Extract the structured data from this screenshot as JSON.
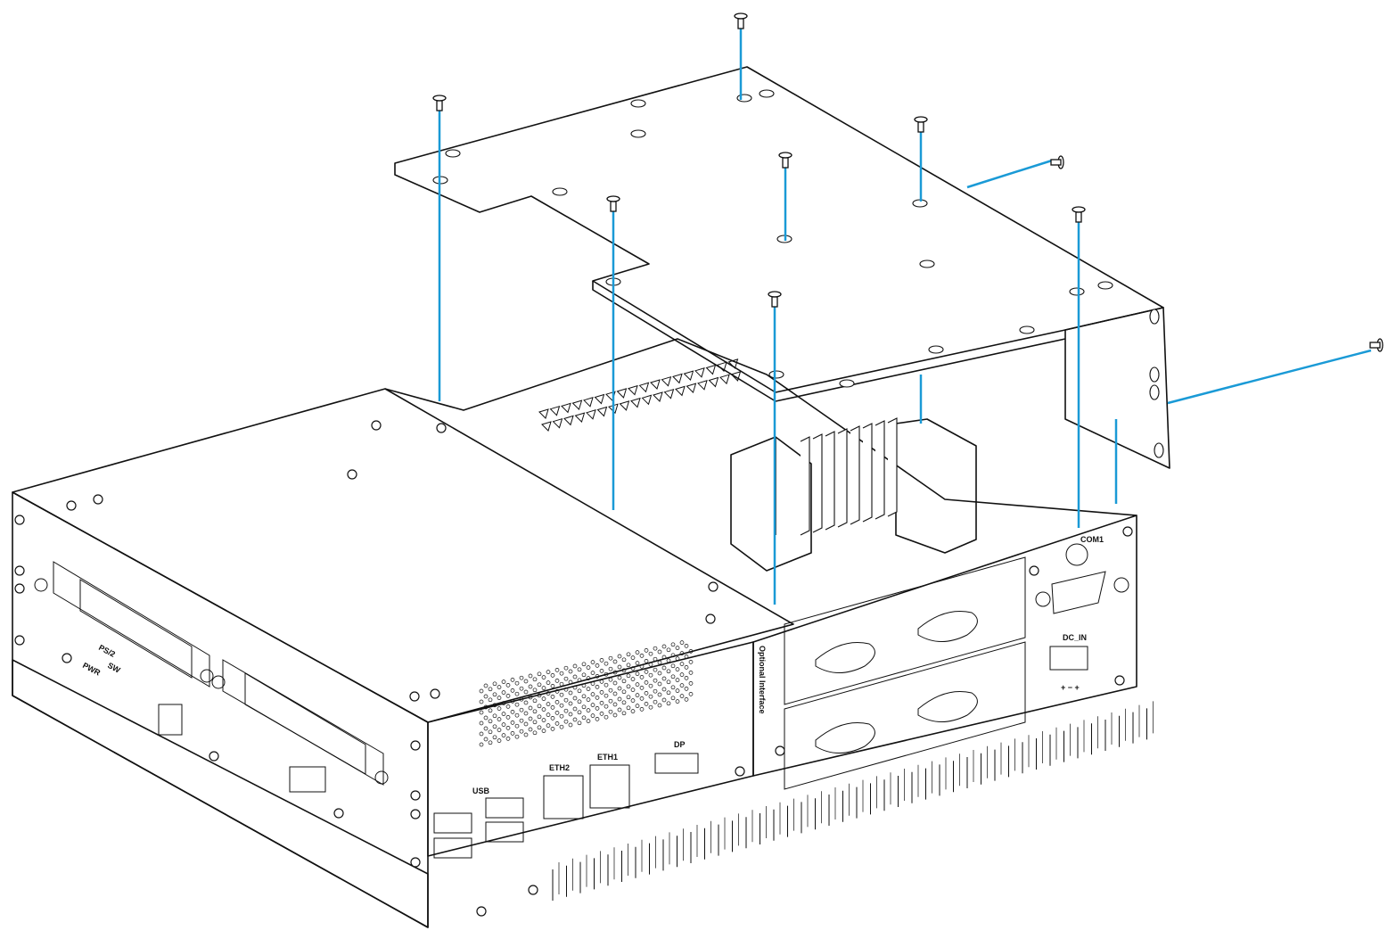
{
  "colors": {
    "guide_line": "#1a9ad6",
    "cover_plate": "#d9d9d9",
    "outline": "#111111",
    "chassis_fill": "#ffffff"
  },
  "labels": {
    "ps2": "PS/2",
    "pwr": "PWR",
    "sw": "SW",
    "optional_interface": "Optional Interface",
    "usb": "USB",
    "eth2": "ETH2",
    "eth1": "ETH1",
    "dp": "DP",
    "com1": "COM1",
    "dc_in": "DC_IN",
    "plus_minus": "+ − +"
  }
}
